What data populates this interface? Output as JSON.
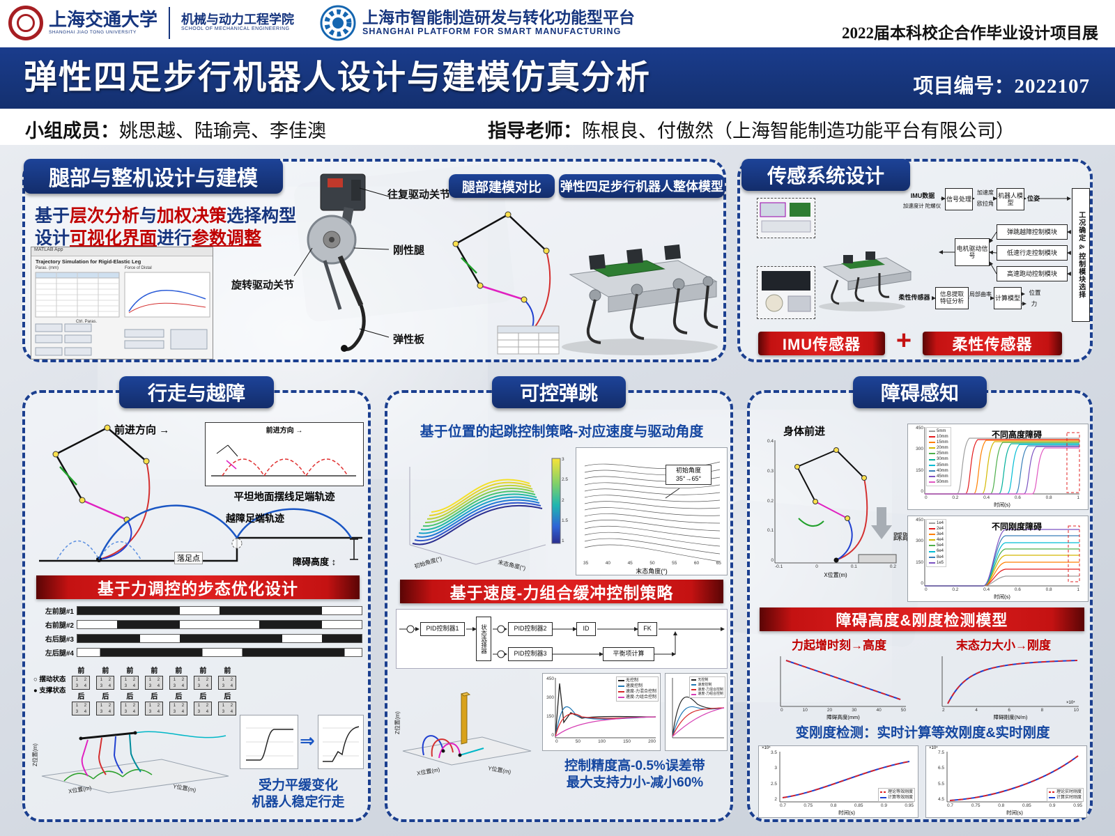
{
  "colors": {
    "navy": "#16357e",
    "red_accent": "#c00000",
    "banner_red": "#c41212",
    "blue_text": "#1446a0"
  },
  "icons": {
    "arrow_right": "→",
    "updown_arrow": "↕",
    "plus": "+",
    "swing_circle": "○",
    "support_dot": "●",
    "big_arrow": "⇒",
    "down_arrow": "↓"
  },
  "header": {
    "university": {
      "name_cn": "上海交通大学",
      "name_en": "SHANGHAI JIAO TONG UNIVERSITY"
    },
    "school": {
      "name_cn": "机械与动力工程学院",
      "name_en": "SCHOOL OF MECHANICAL ENGINEERING"
    },
    "platform": {
      "name_cn": "上海市智能制造研发与转化功能型平台",
      "name_en": "SHANGHAI PLATFORM FOR SMART MANUFACTURING"
    },
    "exhibition": "2022届本科校企合作毕业设计项目展"
  },
  "title_bar": {
    "title": "弹性四足步行机器人设计与建模仿真分析",
    "project_label": "项目编号：",
    "project_no": "2022107"
  },
  "people": {
    "members_label": "小组成员：",
    "members": "姚思越、陆瑜亮、李佳澳",
    "advisors_label": "指导老师：",
    "advisors": "陈根良、付傲然（上海智能制造功能平台有限公司）"
  },
  "leg": {
    "title": "腿部与整机设计与建模",
    "desc1": [
      "基于",
      "层次分析",
      "与",
      "加权决策",
      "选择构型"
    ],
    "desc2": [
      "设计",
      "可视化界面",
      "进行",
      "参数调整"
    ],
    "app": {
      "window": "MATLAB App",
      "title": "Trajectory Simulation for Rigid-Elastic Leg",
      "col1": "Paras. (mm)",
      "col2": "Ctrl. Paras.",
      "col3": "Force of Distal"
    },
    "labels": {
      "joint_recip": "往复驱动关节",
      "rigid_leg": "刚性腿",
      "joint_rotary": "旋转驱动关节",
      "elastic_plate": "弹性板"
    },
    "compare_badge": "腿部建模对比",
    "model_badge": "弹性四足步行机器人整体模型"
  },
  "sensor": {
    "title": "传感系统设计",
    "flow": {
      "imu_data": "IMU数据",
      "imu_sub": "加速度计 陀螺仪",
      "signal": "信号处理",
      "accel": "加速度",
      "euler": "欧拉角",
      "robot_model": "机器人模型",
      "pose": "位姿",
      "module1": "弹跳越障控制模块",
      "module2": "低速行走控制模块",
      "module3": "高速跑动控制模块",
      "motor": "电机驱动信号",
      "condition": "工况确定 & 控制模块选择",
      "flex": "柔性传感器",
      "info": "信息提取 特征分析",
      "curvature": "局部曲率",
      "calc": "计算模型",
      "position": "位置",
      "force": "力"
    },
    "badge_imu": "IMU传感器",
    "badge_flex": "柔性传感器"
  },
  "walk": {
    "title": "行走与越障",
    "forward": "前进方向",
    "flat_caption": "平坦地面摆线足端轨迹",
    "obstacle_traj": "越障足端轨迹",
    "foothold": "落足点",
    "obstacle_height": "障碍高度",
    "banner": "基于力调控的步态优化设计",
    "gait_rows": [
      "左前腿#1",
      "右前腿#2",
      "右后腿#3",
      "左后腿#4"
    ],
    "phase": {
      "front": "前",
      "back": "后",
      "swing": "摆动状态",
      "support": "支撑状态",
      "corners": [
        "1",
        "2",
        "3",
        "4"
      ]
    },
    "axes": {
      "x": "X位置(m)",
      "y": "Y位置(m)",
      "z": "Z位置(m)"
    },
    "conclusion": [
      "受力平缓变化",
      "机器人稳定行走"
    ]
  },
  "jump": {
    "title": "可控弹跳",
    "subtitle": "基于位置的起跳控制策略-对应速度与驱动角度",
    "surface": {
      "xlabel": "初始角度(°)",
      "ylabel": "末态角度(°)",
      "colorbar_ticks": [
        "3",
        "2.5",
        "2",
        "1.5",
        "1"
      ]
    },
    "curves": {
      "note_l1": "初始角度",
      "note_l2": "35°→65°",
      "xlabel": "末态角度(°)",
      "xticks": [
        "35",
        "40",
        "45",
        "50",
        "55",
        "60",
        "65"
      ]
    },
    "banner": "基于速度-力组合缓冲控制策略",
    "blocks": {
      "pid1": "PID控制器1",
      "selector": "状态选择器",
      "pid2": "PID控制器2",
      "pid3": "PID控制器3",
      "id": "ID",
      "fk": "FK",
      "balance": "平衡项计算"
    },
    "axes3d": {
      "x": "X位置(m)",
      "y": "Y位置(m)",
      "z": "Z位置(m)"
    },
    "legend": [
      "无控制",
      "速度控制",
      "速度-力混合控制",
      "速度-力组合控制"
    ],
    "force_plot": {
      "yticks": [
        "450",
        "300",
        "150",
        "0"
      ],
      "xticks": [
        "0",
        "50",
        "100",
        "150",
        "200"
      ]
    },
    "conclusion": [
      "控制精度高-0.5%误差带",
      "最大支持力小-减小60%"
    ]
  },
  "obstacle": {
    "title": "障碍感知",
    "body_forward": "身体前进",
    "step_label": "踩踏",
    "plot_height": {
      "title": "不同高度障碍",
      "legend": [
        "5mm",
        "10mm",
        "15mm",
        "20mm",
        "25mm",
        "30mm",
        "35mm",
        "40mm",
        "45mm",
        "50mm"
      ],
      "xticks": [
        "0",
        "0.2",
        "0.4",
        "0.6",
        "0.8",
        "1"
      ],
      "yticks": [
        "450",
        "300",
        "150",
        "0"
      ],
      "xlabel": "时间(s)"
    },
    "plot_stiff": {
      "title": "不同刚度障碍",
      "legend": [
        "1e4",
        "2e4",
        "3e4",
        "4e4",
        "5e4",
        "6e4",
        "8e4",
        "1e5"
      ],
      "xticks": [
        "0",
        "0.2",
        "0.4",
        "0.6",
        "0.8",
        "1"
      ],
      "yticks": [
        "450",
        "300",
        "150",
        "0"
      ],
      "xlabel": "时间(s)"
    },
    "mech_axes": {
      "xlabel": "X位置(m)",
      "xticks": [
        "-0.1",
        "0",
        "0.1",
        "0.2"
      ],
      "yticks": [
        "0.4",
        "0.3",
        "0.2",
        "0.1",
        "0"
      ]
    },
    "banner": "障碍高度&刚度检测模型",
    "finding_height": "力起增时刻→高度",
    "finding_stiff": "末态力大小→刚度",
    "det_height": {
      "xlabel": "障碍高度(mm)",
      "xticks": [
        "0",
        "10",
        "20",
        "30",
        "40",
        "50"
      ]
    },
    "det_stiff": {
      "xlabel": "障碍刚度(N/m)",
      "xticks": [
        "2",
        "4",
        "6",
        "8",
        "10"
      ],
      "scale": "×10⁴"
    },
    "blue_text": "变刚度检测：实时计算等效刚度&实时刚度",
    "eq_plot": {
      "scale": "×10⁴",
      "yticks": [
        "3.5",
        "3",
        "2.5",
        "2"
      ],
      "xticks": [
        "0.7",
        "0.75",
        "0.8",
        "0.85",
        "0.9",
        "0.95"
      ],
      "xlabel": "时间(s)",
      "legend": [
        "理论等效刚度",
        "计算等效刚度"
      ]
    },
    "rt_plot": {
      "scale": "×10⁴",
      "yticks": [
        "7.5",
        "6.5",
        "5.5",
        "4.5"
      ],
      "xticks": [
        "0.7",
        "0.75",
        "0.8",
        "0.85",
        "0.9",
        "0.95"
      ],
      "xlabel": "时间(s)",
      "legend": [
        "理论实时刚度",
        "计算实时刚度"
      ]
    }
  }
}
